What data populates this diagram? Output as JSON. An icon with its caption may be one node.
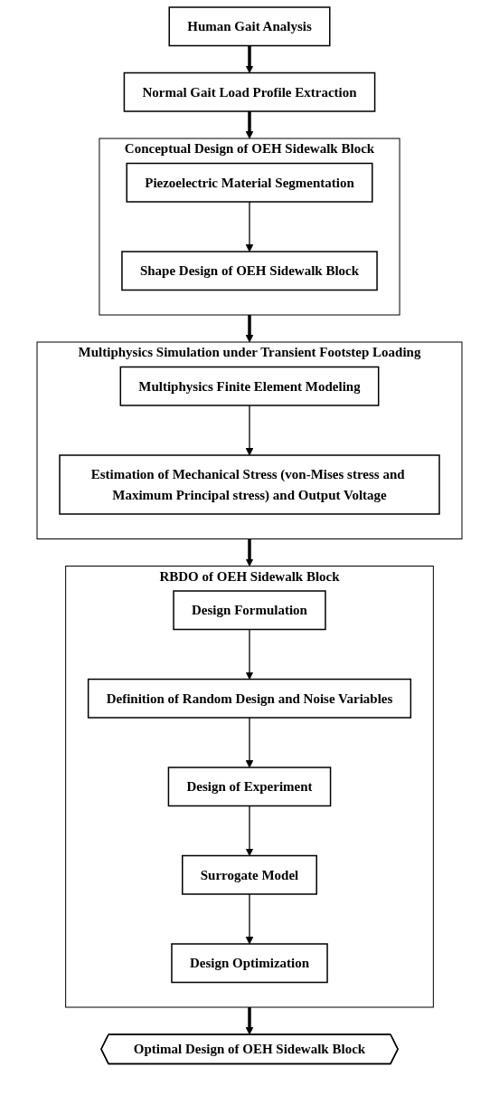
{
  "diagram": {
    "nodes": [
      {
        "text": [
          "Human Gait Analysis"
        ]
      },
      {
        "text": [
          "Normal Gait Load Profile Extraction"
        ]
      },
      {
        "text": [
          "Conceptual Design of OEH Sidewalk Block"
        ]
      },
      {
        "text": [
          "Piezoelectric Material Segmentation"
        ],
        "in": 2
      },
      {
        "text": [
          "Shape Design of OEH Sidewalk Block"
        ],
        "in": 2
      },
      {
        "text": [
          "Multiphysics Simulation under Transient Footstep Loading"
        ]
      },
      {
        "text": [
          "Multiphysics Finite Element Modeling"
        ],
        "in": 5
      },
      {
        "text": [
          "Estimation of Mechanical Stress (von-Mises stress and Maximum Principal stress) and Output Voltage"
        ],
        "in": 5
      },
      {
        "text": [
          "RBDO of OEH Sidewalk Block"
        ]
      },
      {
        "text": [
          "Design Formulation"
        ],
        "in": 8
      },
      {
        "text": [
          "Definition of Random Design and Noise Variables"
        ],
        "in": 8
      },
      {
        "text": [
          "Design of Experiment"
        ],
        "in": 8
      },
      {
        "text": [
          "Surrogate Model"
        ],
        "in": 8
      },
      {
        "text": [
          "Design Optimization"
        ],
        "in": 8
      },
      {
        "text": [
          "Optimal Design of OEH Sidewalk Block"
        ]
      }
    ],
    "edges": [
      {
        "from": 0,
        "to": 1,
        "arrow": "to",
        "style": "thick"
      },
      {
        "from": 1,
        "to": 2,
        "arrow": "to",
        "style": "thick"
      },
      {
        "from": 3,
        "to": 4,
        "arrow": "to"
      },
      {
        "from": 2,
        "to": 5,
        "arrow": "to",
        "style": "thick"
      },
      {
        "from": 6,
        "to": 7,
        "arrow": "to"
      },
      {
        "from": 5,
        "to": 8,
        "arrow": "to",
        "style": "thick"
      },
      {
        "from": 9,
        "to": 10,
        "arrow": "to"
      },
      {
        "from": 10,
        "to": 11,
        "arrow": "to"
      },
      {
        "from": 11,
        "to": 12,
        "arrow": "to"
      },
      {
        "from": 12,
        "to": 13,
        "arrow": "to"
      },
      {
        "from": 8,
        "to": 14,
        "arrow": "to",
        "style": "thick"
      }
    ]
  }
}
